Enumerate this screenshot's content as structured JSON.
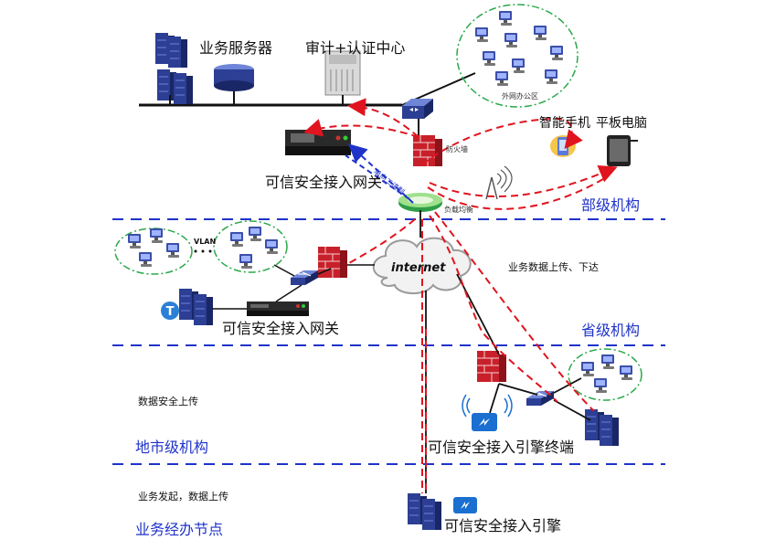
{
  "labels": {
    "business_server": "业务服务器",
    "audit_auth": "审计+认证中心",
    "ext_office": "外网办公区",
    "smartphone": "智能手机",
    "tablet": "平板电脑",
    "firewall": "防火墙",
    "gateway_top": "可信安全接入网关",
    "ministry": "部级机构",
    "load_balance": "负载均衡",
    "dual_link": "单向二进制",
    "vlan": "VLAN",
    "internet": "internet",
    "business_data": "业务数据上传、下达",
    "gateway_mid": "可信安全接入网关",
    "province": "省级机构",
    "data_upload": "数据安全上传",
    "engine_terminal": "可信安全接入引擎终端",
    "city": "地市级机构",
    "business_start": "业务发起，数据上传",
    "engine": "可信安全接入引擎",
    "branch": "业务经办节点"
  },
  "colors": {
    "tier_line": "#1f33c9",
    "red_flow": "#e0141e",
    "blue_flow": "#1f33c9",
    "cluster_border": "#2aa84a",
    "device_blue": "#3b4fa8",
    "firewall_red": "#c8202a"
  }
}
